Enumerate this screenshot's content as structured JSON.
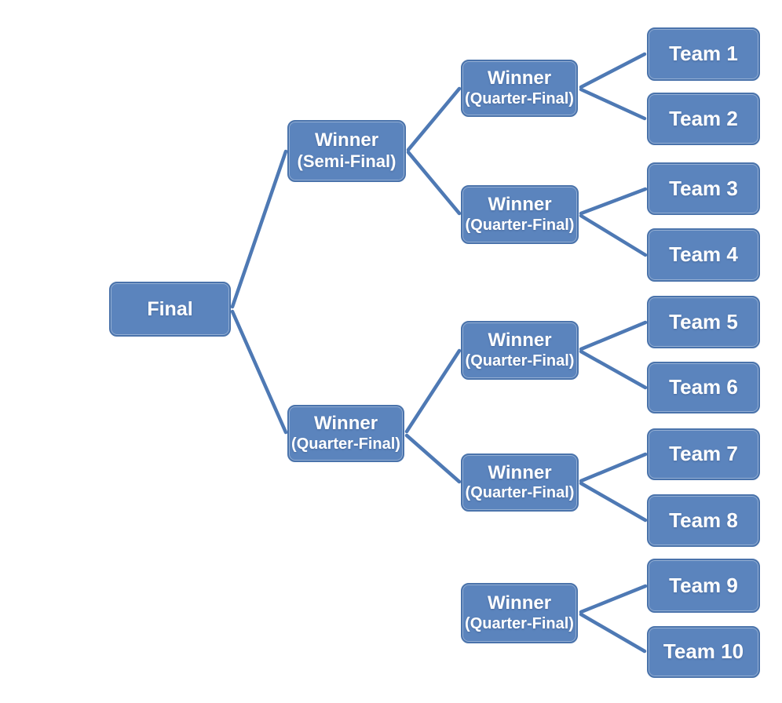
{
  "colors": {
    "background": "#ffffff",
    "node_fill": "#5b84bd",
    "node_border": "#4a73ab",
    "node_text": "#ffffff",
    "connector": "#4e79b4"
  },
  "bracket": {
    "final": {
      "label": "Final"
    },
    "round2": [
      {
        "label": "Winner",
        "sublabel": "(Semi-Final)"
      },
      {
        "label": "Winner",
        "sublabel": "(Quarter-Final)"
      }
    ],
    "quarter_finals": [
      {
        "label": "Winner",
        "sublabel": "(Quarter-Final)"
      },
      {
        "label": "Winner",
        "sublabel": "(Quarter-Final)"
      },
      {
        "label": "Winner",
        "sublabel": "(Quarter-Final)"
      },
      {
        "label": "Winner",
        "sublabel": "(Quarter-Final)"
      },
      {
        "label": "Winner",
        "sublabel": "(Quarter-Final)"
      }
    ],
    "teams": [
      {
        "label": "Team 1"
      },
      {
        "label": "Team 2"
      },
      {
        "label": "Team 3"
      },
      {
        "label": "Team 4"
      },
      {
        "label": "Team 5"
      },
      {
        "label": "Team 6"
      },
      {
        "label": "Team 7"
      },
      {
        "label": "Team 8"
      },
      {
        "label": "Team 9"
      },
      {
        "label": "Team 10"
      }
    ]
  }
}
